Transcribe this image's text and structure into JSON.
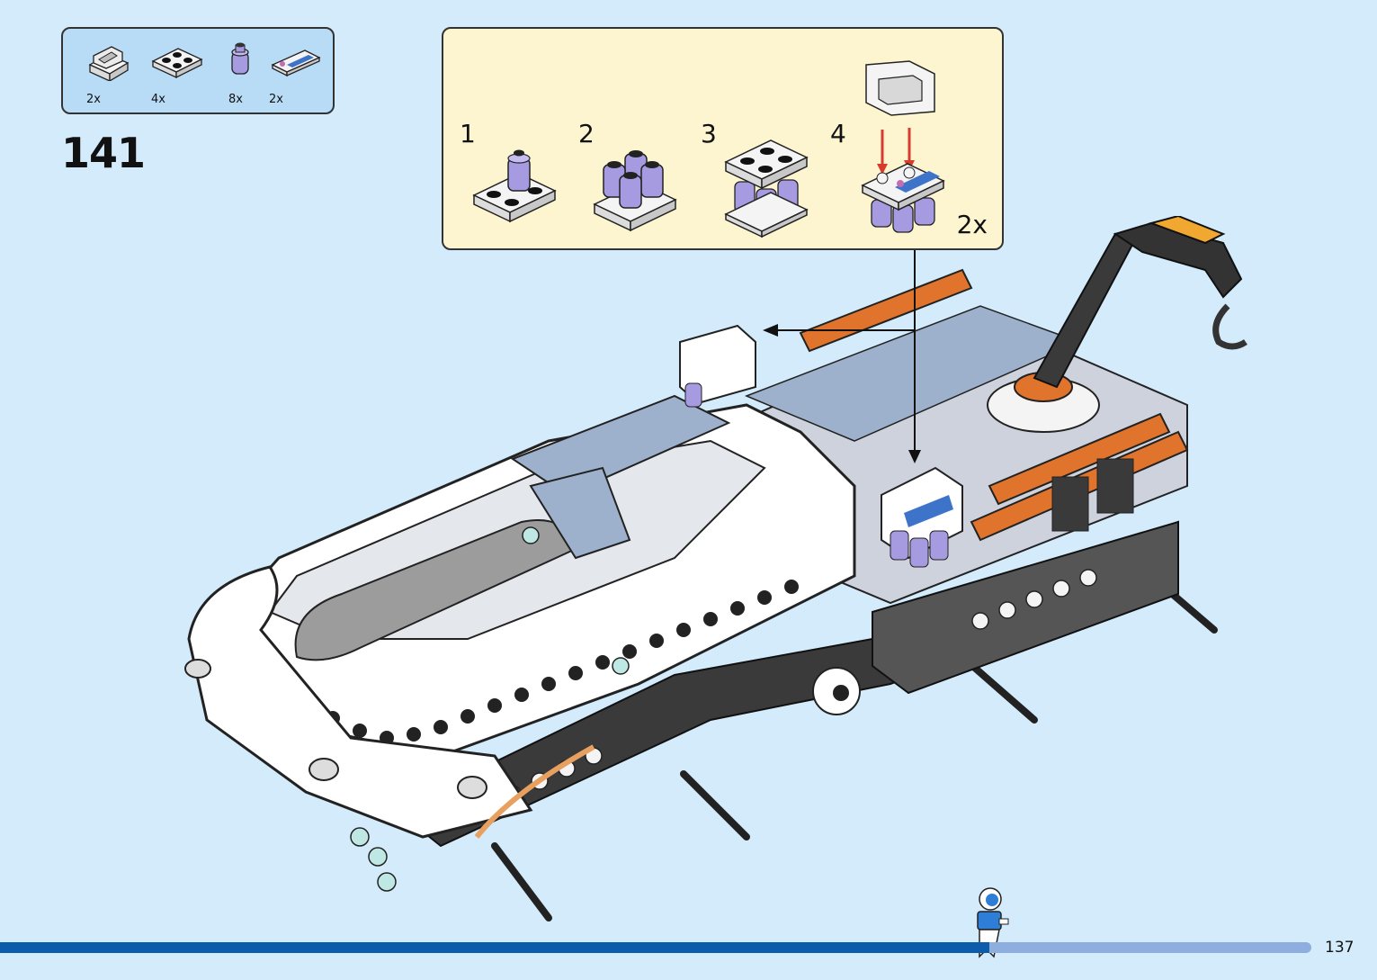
{
  "parts_list": [
    {
      "icon": "white-slope-brick",
      "qty": "2x"
    },
    {
      "icon": "white-plate-2x2",
      "qty": "4x"
    },
    {
      "icon": "lavender-round-brick",
      "qty": "8x"
    },
    {
      "icon": "printed-tile-1x2",
      "qty": "2x"
    }
  ],
  "step_number": "141",
  "substeps": [
    {
      "number": "1"
    },
    {
      "number": "2"
    },
    {
      "number": "3"
    },
    {
      "number": "4"
    }
  ],
  "callout_multiplier": "2x",
  "page_number": "137",
  "colors": {
    "background": "#d4ebfb",
    "parts_box": "#b9dcf6",
    "callout": "#fdf5d0",
    "progress_dark": "#0d5bab",
    "progress_light": "#8faee0",
    "lavender": "#a69be0",
    "orange": "#e0742c"
  }
}
